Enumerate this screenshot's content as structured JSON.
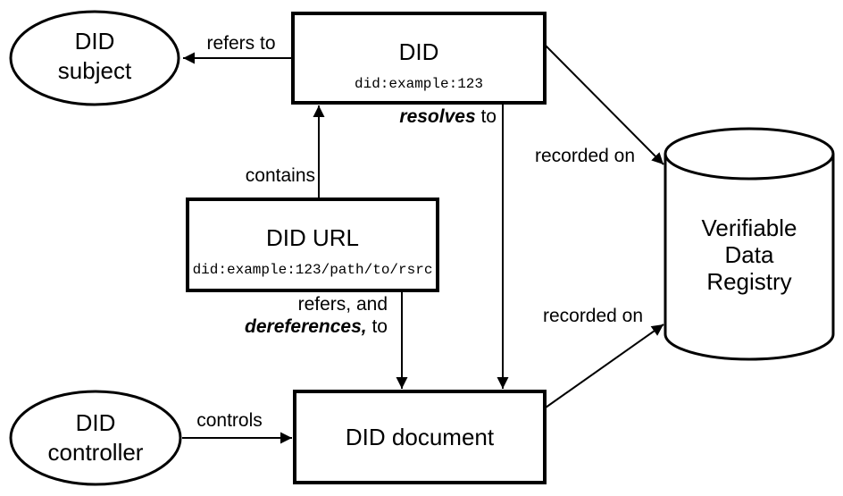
{
  "colors": {
    "background": "#ffffff",
    "stroke": "#000000",
    "text": "#000000"
  },
  "nodes": {
    "did_subject": {
      "shape": "ellipse",
      "line1": "DID",
      "line2": "subject"
    },
    "did": {
      "shape": "rectangle",
      "title": "DID",
      "code": "did:example:123"
    },
    "did_url": {
      "shape": "rectangle",
      "title": "DID URL",
      "code": "did:example:123/path/to/rsrc"
    },
    "did_document": {
      "shape": "rectangle",
      "title": "DID document"
    },
    "did_controller": {
      "shape": "ellipse",
      "line1": "DID",
      "line2": "controller"
    },
    "verifiable_data_registry": {
      "shape": "cylinder",
      "line1": "Verifiable",
      "line2": "Data",
      "line3": "Registry"
    }
  },
  "edges": {
    "refers_to": {
      "from": "did",
      "to": "did_subject",
      "label": "refers to"
    },
    "contains": {
      "from": "did_url",
      "to": "did",
      "label": "contains"
    },
    "resolves_to": {
      "from": "did",
      "to": "did_document",
      "label_em": "resolves",
      "label_rest": " to"
    },
    "refers_dereferences": {
      "from": "did_url",
      "to": "did_document",
      "line1": "refers, and",
      "line2_em": "dereferences,",
      "line2_rest": " to"
    },
    "controls": {
      "from": "did_controller",
      "to": "did_document",
      "label": "controls"
    },
    "recorded_on_top": {
      "from": "did",
      "to": "verifiable_data_registry",
      "label": "recorded on"
    },
    "recorded_on_bottom": {
      "from": "did_document",
      "to": "verifiable_data_registry",
      "label": "recorded on"
    }
  }
}
